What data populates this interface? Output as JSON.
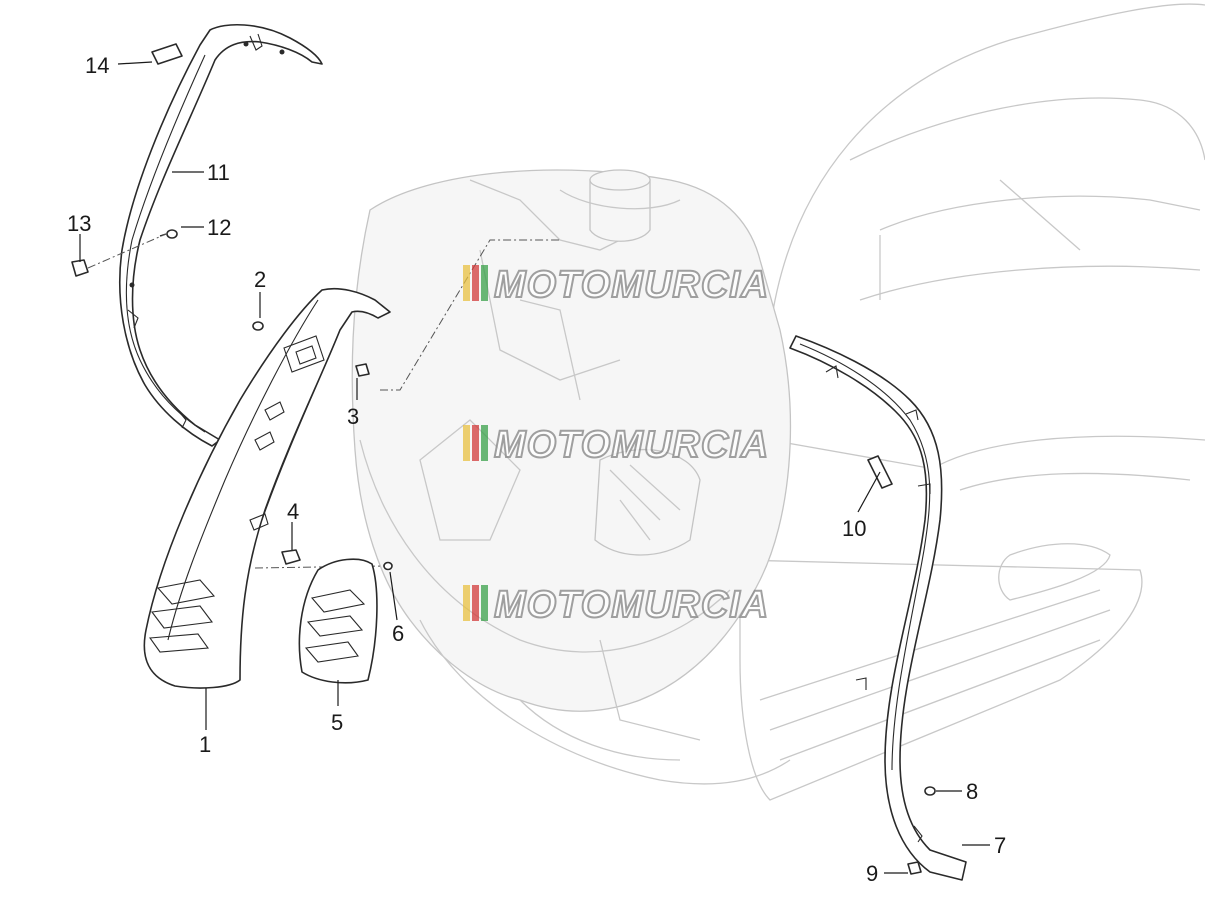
{
  "diagram": {
    "callouts": [
      "1",
      "2",
      "3",
      "4",
      "5",
      "6",
      "7",
      "8",
      "9",
      "10",
      "11",
      "12",
      "13",
      "14"
    ]
  },
  "watermark": {
    "text": "MOTOMURCIA",
    "copies": 3,
    "flag_colors": [
      "#e8c040",
      "#d23a3a",
      "#3aa04a"
    ]
  }
}
